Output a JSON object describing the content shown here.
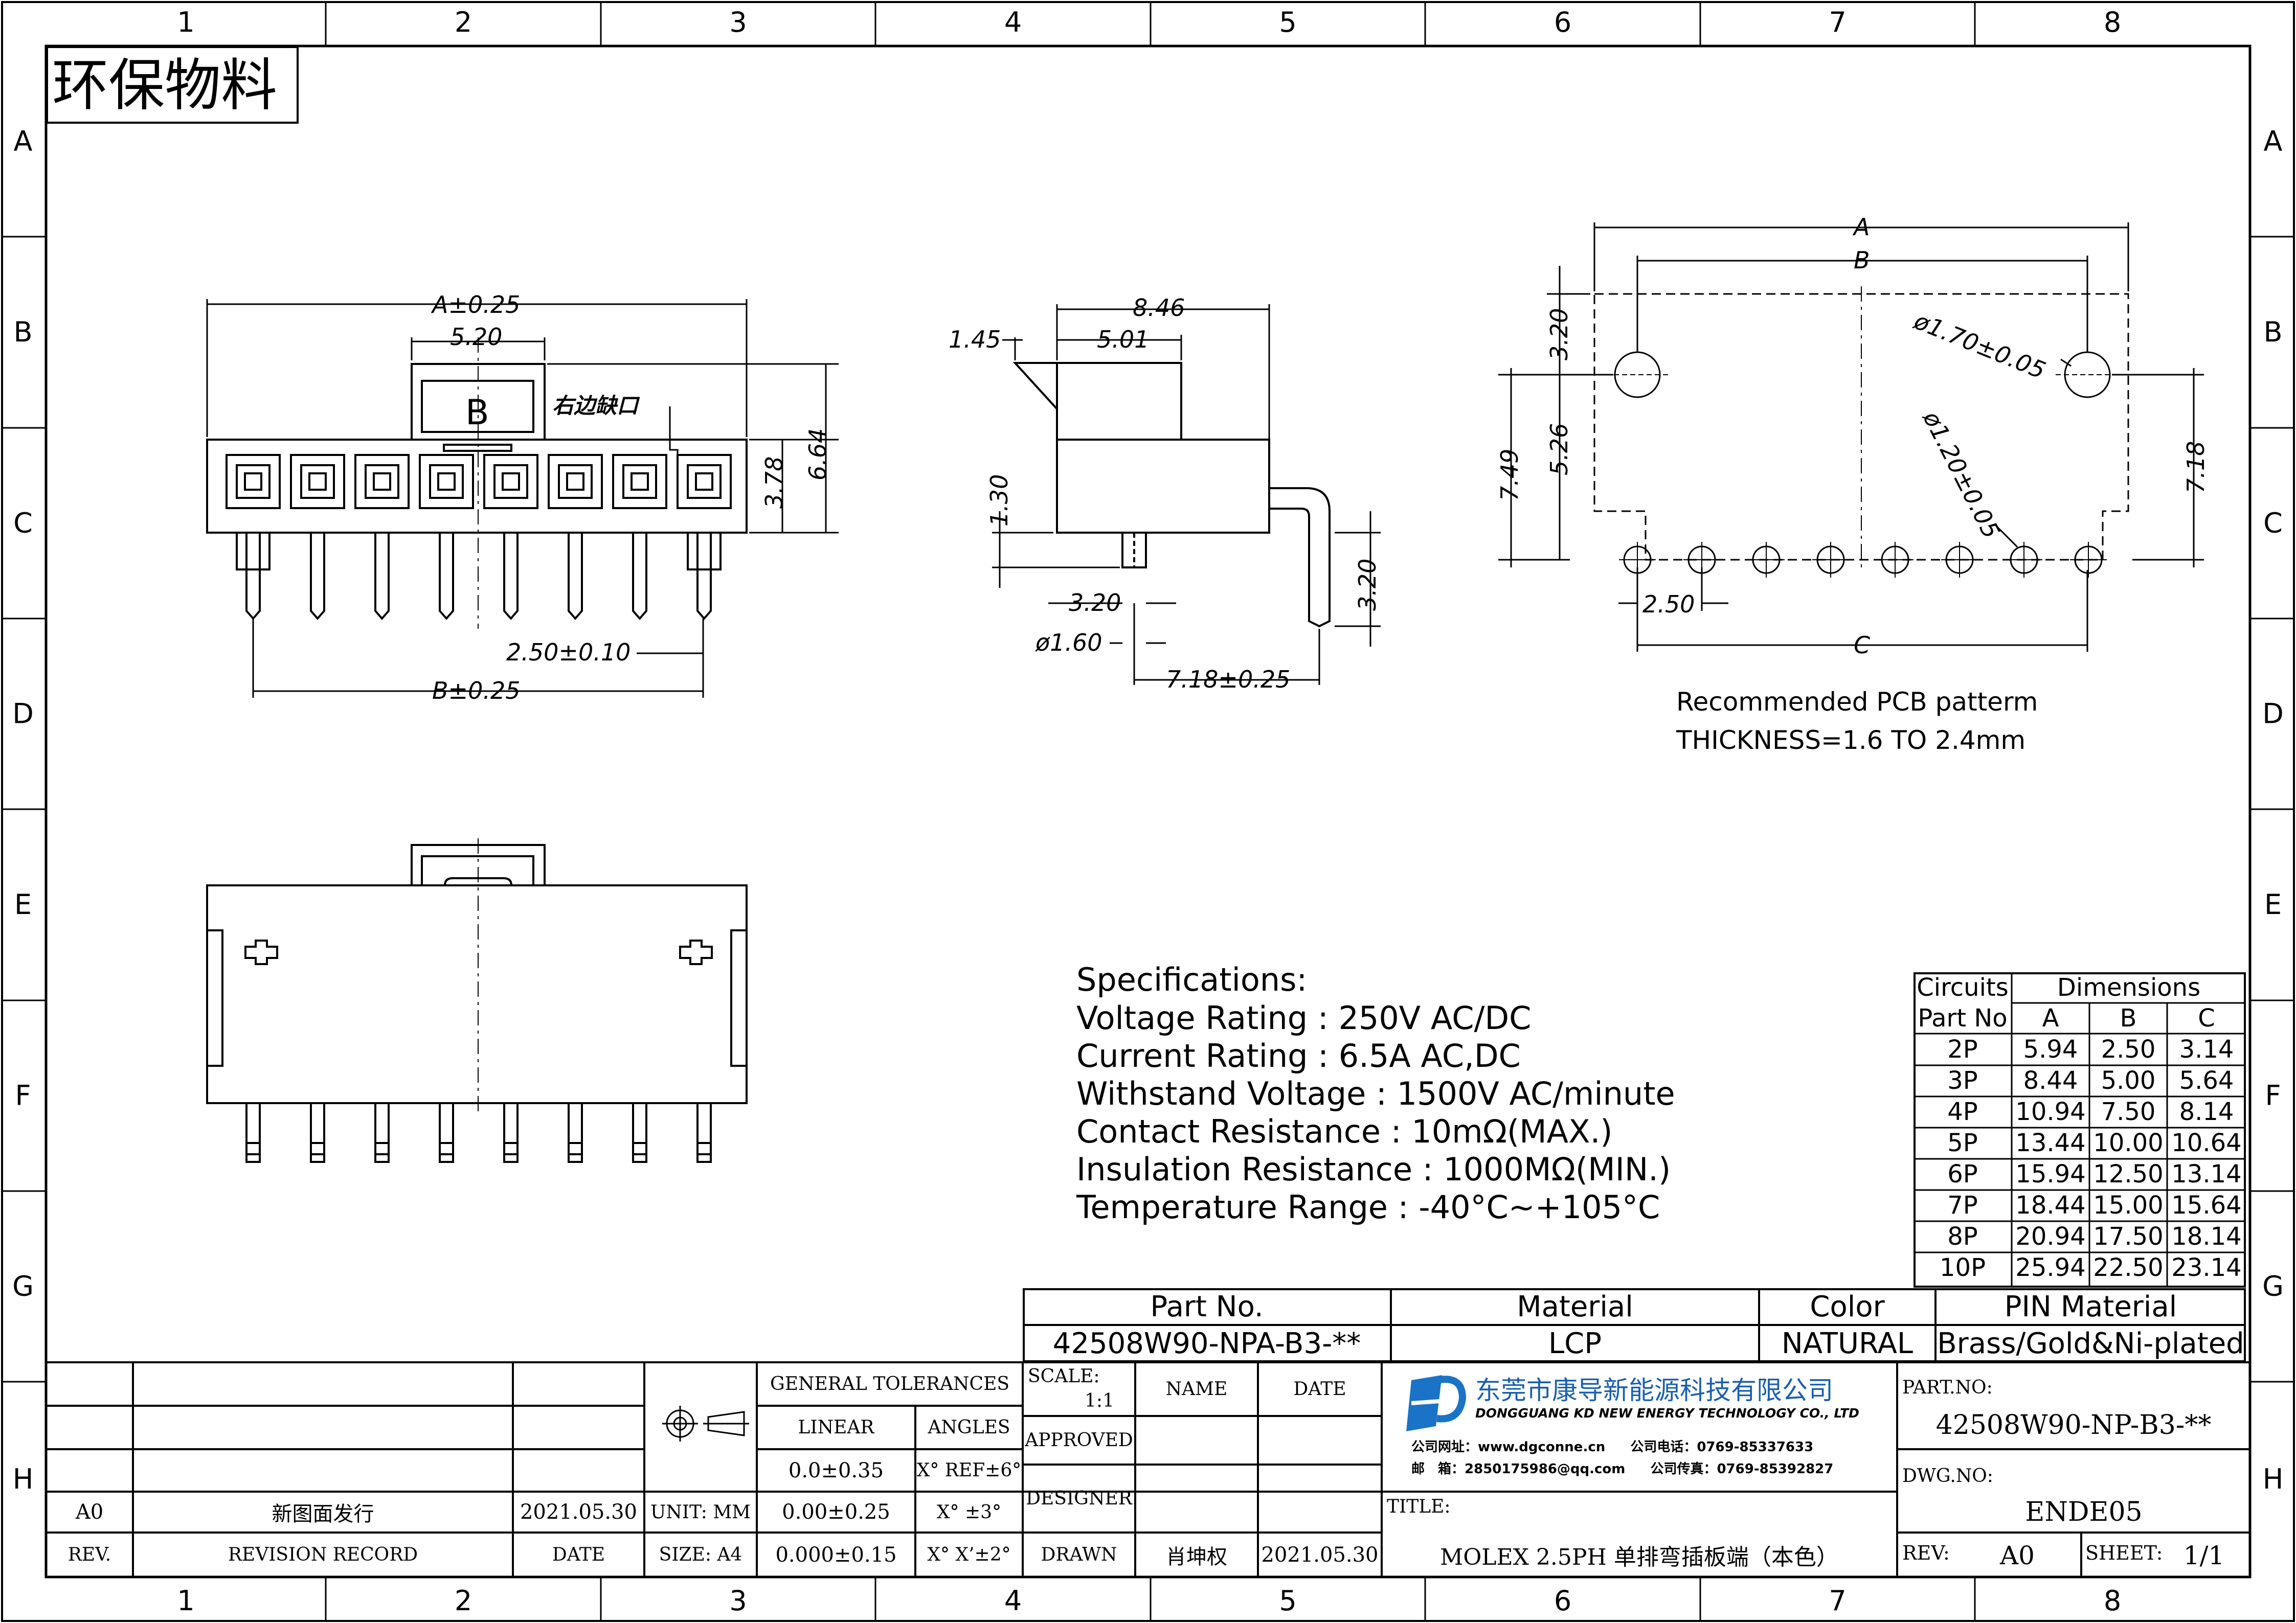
{
  "frame": {
    "columns": [
      "1",
      "2",
      "3",
      "4",
      "5",
      "6",
      "7",
      "8"
    ],
    "rows": [
      "A",
      "B",
      "C",
      "D",
      "E",
      "F",
      "G",
      "H"
    ]
  },
  "eco_label": "环保物料",
  "front_view": {
    "dim_a": "A±0.25",
    "dim_520": "5.20",
    "dim_378": "3.78",
    "dim_664": "6.64",
    "dim_pitch": "2.50±0.10",
    "dim_b": "B±0.25",
    "key_letter": "B",
    "notch_note": "右边缺口"
  },
  "side_view": {
    "dim_846": "8.46",
    "dim_145": "1.45",
    "dim_501": "5.01",
    "dim_130": "1.30",
    "dim_320a": "3.20",
    "dim_320b": "3.20",
    "dim_160": "ø1.60",
    "dim_718": "7.18±0.25"
  },
  "pcb_view": {
    "dim_a": "A",
    "dim_b": "B",
    "dim_c": "C",
    "dim_320": "3.20",
    "dim_526": "5.26",
    "dim_749": "7.49",
    "dim_718": "7.18",
    "dim_250": "2.50",
    "hole_large": "ø1.70±0.05",
    "hole_small": "ø1.20±0.05",
    "note_1": "Recommended PCB patterm",
    "note_2": "THICKNESS=1.6 TO 2.4mm"
  },
  "specs": [
    "Specifications:",
    "Voltage Rating : 250V AC/DC",
    "Current Rating : 6.5A AC,DC",
    "Withstand Voltage : 1500V AC/minute",
    "Contact Resistance : 10mΩ(MAX.)",
    "Insulation Resistance : 1000MΩ(MIN.)",
    "Temperature Range : -40°C~+105°C"
  ],
  "dim_table": {
    "header_circuits": "Circuits",
    "header_dimensions": "Dimensions",
    "header_part": "Part No",
    "col_a": "A",
    "col_b": "B",
    "col_c": "C",
    "rows": [
      [
        "2P",
        "5.94",
        "2.50",
        "3.14"
      ],
      [
        "3P",
        "8.44",
        "5.00",
        "5.64"
      ],
      [
        "4P",
        "10.94",
        "7.50",
        "8.14"
      ],
      [
        "5P",
        "13.44",
        "10.00",
        "10.64"
      ],
      [
        "6P",
        "15.94",
        "12.50",
        "13.14"
      ],
      [
        "7P",
        "18.44",
        "15.00",
        "15.64"
      ],
      [
        "8P",
        "20.94",
        "17.50",
        "18.14"
      ],
      [
        "10P",
        "25.94",
        "22.50",
        "23.14"
      ]
    ]
  },
  "part_table": {
    "h_part": "Part No.",
    "h_material": "Material",
    "h_color": "Color",
    "h_pin": "PIN Material",
    "v_part": "42508W90-NPA-B3-**",
    "v_material": "LCP",
    "v_color": "NATURAL",
    "v_pin": "Brass/Gold&Ni-plated"
  },
  "title_block": {
    "rev_a0": "A0",
    "rev_desc": "新图面发行",
    "rev_date": "2021.05.30",
    "rev_label": "REV.",
    "record_label": "REVISION RECORD",
    "date_label": "DATE",
    "unit": "UNIT: MM",
    "size": "SIZE: A4",
    "general_tol": "GENERAL TOLERANCES",
    "linear": "LINEAR",
    "angles": "ANGLES",
    "lin1": "0.0±0.35",
    "lin2": "0.00±0.25",
    "lin3": "0.000±0.15",
    "ang1": "X° REF±6°",
    "ang2": "X° ±3°",
    "ang3": "X° X’±2°",
    "scale_label": "SCALE:",
    "scale_value": "1:1",
    "name_label": "NAME",
    "date_col_label": "DATE",
    "approved": "APPROVED",
    "designer": "DESIGNER",
    "drawn": "DRAWN",
    "drawn_name": "肖坤权",
    "drawn_date": "2021.05.30",
    "company_cn": "东莞市康导新能源科技有限公司",
    "company_en": "DONGGUANG KD NEW ENERGY TECHNOLOGY CO., LTD",
    "web_label": "公司网址：",
    "web": "www.dgconne.cn",
    "tel_label": "公司电话：",
    "tel": "0769-85337633",
    "mail_label": "邮　箱：",
    "mail": "2850175986@qq.com",
    "fax_label": "公司传真：",
    "fax": "0769-85392827",
    "title_label": "TITLE:",
    "title_value": "MOLEX 2.5PH 单排弯插板端（本色）",
    "partno_label": "PART.NO:",
    "partno_value": "42508W90-NP-B3-**",
    "dwg_label": "DWG.NO:",
    "dwg_value": "ENDE05",
    "rev_field_label": "REV:",
    "rev_field_value": "A0",
    "sheet_label": "SHEET:",
    "sheet_value": "1/1"
  }
}
